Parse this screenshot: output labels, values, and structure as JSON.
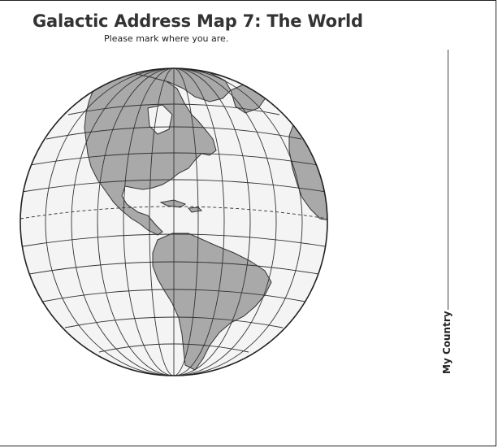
{
  "header": {
    "title": "Galactic Address Map 7: The World",
    "subtitle": "Please mark where you are."
  },
  "globe": {
    "land_color": "#a9a9a9",
    "ocean_color": "#f4f4f4",
    "line_color": "#333333"
  },
  "answer": {
    "label": "My Country"
  }
}
